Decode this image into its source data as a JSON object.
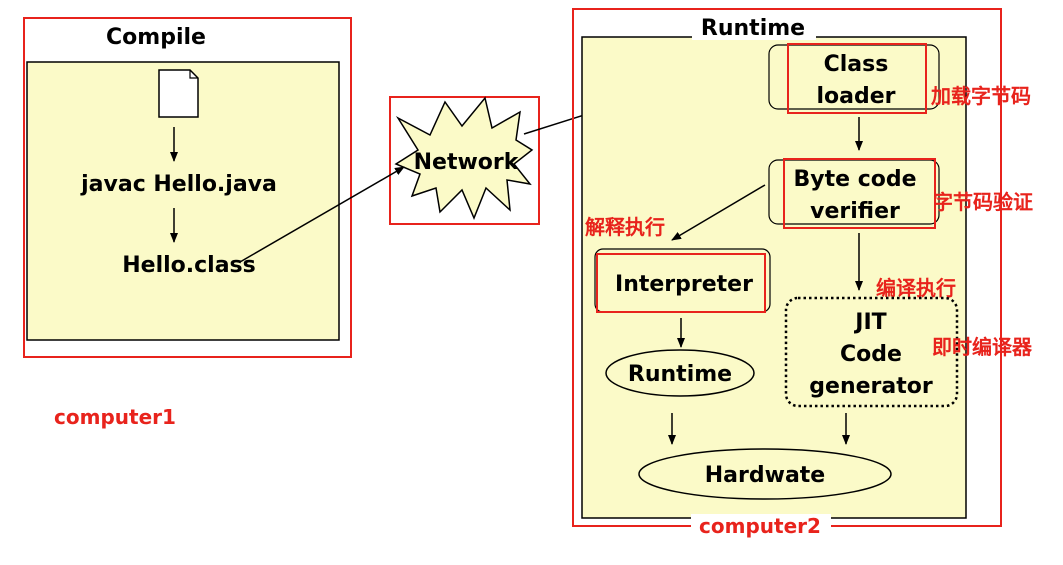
{
  "colors": {
    "panel_fill": "#fbfac8",
    "frame": "#e8231c",
    "annotation": "#e8231c",
    "stroke": "#000000"
  },
  "compile": {
    "title": "Compile",
    "file_icon": "document-icon",
    "step1": "javac Hello.java",
    "step2": "Hello.class"
  },
  "network": {
    "label": "Network"
  },
  "runtime": {
    "title": "Runtime",
    "class_loader": [
      "Class",
      "loader"
    ],
    "verifier": [
      "Byte code",
      "verifier"
    ],
    "interpreter": "Interpreter",
    "jit": [
      "JIT",
      "Code",
      "generator"
    ],
    "runtime_oval": "Runtime",
    "hardware": "Hardwate"
  },
  "annotations": {
    "load_bytecode": "加载字节码",
    "verify_bytecode": "字节码验证",
    "interpret_exec": "解释执行",
    "compile_exec": "编译执行",
    "jit_compiler": "即时编译器",
    "computer1": "computer1",
    "computer2": "computer2"
  }
}
